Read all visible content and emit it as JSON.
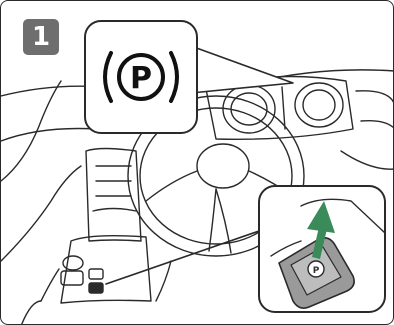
{
  "step": {
    "number": "1"
  },
  "callout": {
    "top_icon": "parking-brake-warning-icon",
    "top_icon_glyph": "P",
    "bottom_icon": "electric-parking-brake-switch-icon",
    "arrow_direction": "up"
  },
  "colors": {
    "badge": "#6e6e6e",
    "line": "#2a2a2a",
    "arrow": "#3a8a5a",
    "switch_fill": "#9a9a9a"
  }
}
